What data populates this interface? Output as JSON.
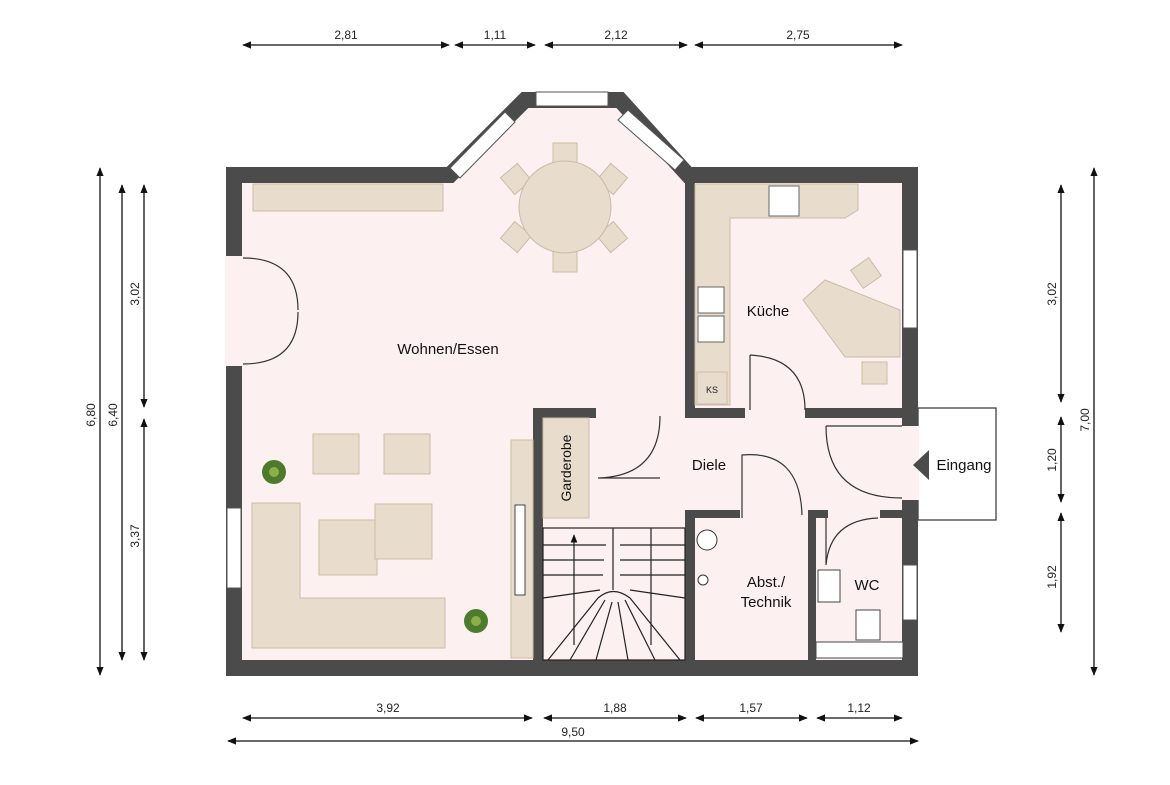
{
  "plan": {
    "rooms": {
      "living": "Wohnen/Essen",
      "kitchen": "Küche",
      "hall": "Diele",
      "storage_line1": "Abst./",
      "storage_line2": "Technik",
      "wc": "WC",
      "wardrobe": "Garderobe",
      "entrance": "Eingang",
      "fridge": "KS"
    },
    "dimensions": {
      "top": [
        "2,81",
        "1,11",
        "2,12",
        "2,75"
      ],
      "bottom": [
        "3,92",
        "1,88",
        "1,57",
        "1,12"
      ],
      "bottom_total": "9,50",
      "left_total_outer": "6,80",
      "left_total_inner": "6,40",
      "left": [
        "3,02",
        "3,37"
      ],
      "right": [
        "3,02",
        "1,20",
        "1,92"
      ],
      "right_total": "7,00"
    },
    "colors": {
      "wall": "#4b4b4b",
      "floor": "#fcf1f0",
      "furniture": "#e8dccc"
    }
  }
}
